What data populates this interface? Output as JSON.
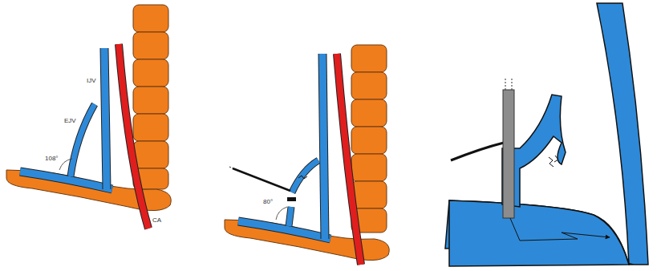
{
  "diagram": {
    "labels": [
      "IJV",
      "EJV",
      "108°",
      "CA",
      "80°"
    ]
  }
}
